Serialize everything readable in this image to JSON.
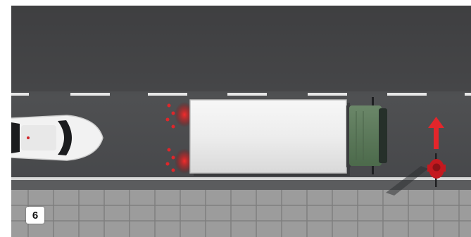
{
  "figure": {
    "step_number": "6"
  },
  "scene": {
    "vehicles": [
      "car",
      "truck",
      "cyclist"
    ],
    "markings": [
      "brake-lights",
      "direction-arrow"
    ]
  },
  "colors": {
    "road": "#4a4b4d",
    "lane_marking": "#e6e6e6",
    "sidewalk": "#9c9c9c",
    "car": "#f2f2f2",
    "truck_box": "#ececec",
    "truck_cab": "#5e7a5c",
    "brake_light": "#e0262a",
    "arrow": "#e3262b",
    "cyclist": "#c4191f"
  }
}
